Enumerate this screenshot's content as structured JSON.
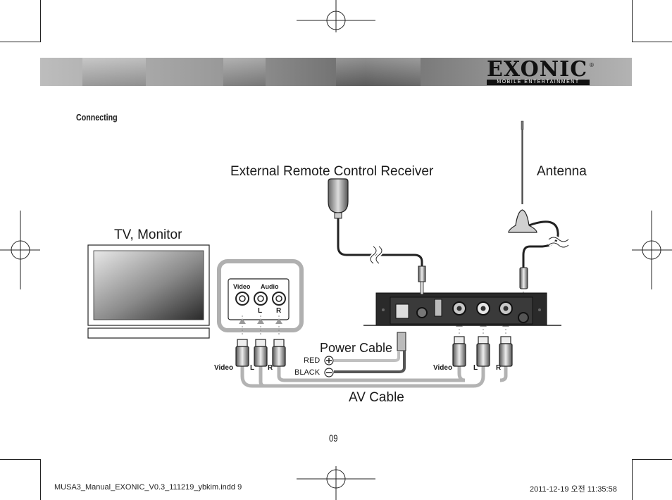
{
  "brand": {
    "name": "EXONIC",
    "registered": "®",
    "tagline": "MOBILE ENTERTAINMENT"
  },
  "section_title": "Connecting",
  "diagram": {
    "remote_label": "External Remote Control Receiver",
    "antenna_label": "Antenna",
    "tv_label": "TV, Monitor",
    "power_label": "Power Cable",
    "av_label": "AV Cable",
    "red_label": "RED",
    "black_label": "BLACK",
    "tv_panel": {
      "video": "Video",
      "audio": "Audio",
      "left": "L",
      "right": "R"
    },
    "plugs_left": {
      "video": "Video",
      "left": "L",
      "right": "R"
    },
    "plugs_right": {
      "video": "Video",
      "left": "L",
      "right": "R"
    }
  },
  "page_number": "09",
  "footer": {
    "file": "MUSA3_Manual_EXONIC_V0.3_111219_ybkim.indd   9",
    "timestamp": "2011-12-19   오전 11:35:58"
  }
}
